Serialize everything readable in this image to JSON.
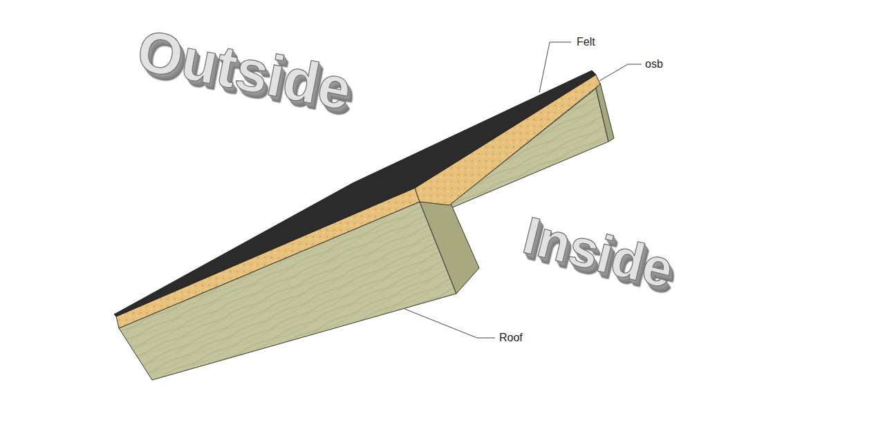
{
  "diagram": {
    "labels": [
      "Outside",
      "Felt",
      "osb",
      "Inside",
      "Roof"
    ]
  }
}
